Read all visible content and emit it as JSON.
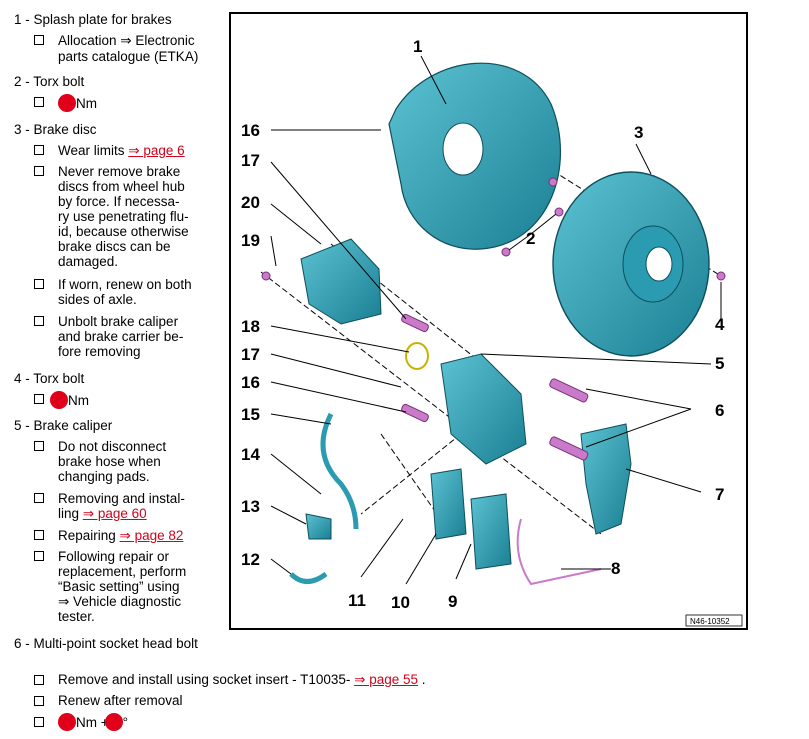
{
  "sections": [
    {
      "heading": "1 - Splash plate for brakes",
      "items": [
        {
          "arrow": "⇒",
          "pre": "Allocation ",
          "post": " Electronic",
          "line2": "parts catalogue (ETKA)"
        }
      ]
    },
    {
      "heading": "2 - Torx bolt",
      "items": [
        {
          "unit": "Nm"
        }
      ]
    },
    {
      "heading": "3 - Brake disc",
      "items": [
        {
          "text": "Wear limits ",
          "link": "⇒ page 6"
        },
        {
          "lines": [
            "Never remove brake",
            "discs from wheel hub",
            "by force. If necessa-",
            "ry use penetrating flu-",
            "id, because otherwise",
            "brake discs can be",
            "damaged."
          ]
        },
        {
          "lines": [
            "If worn, renew on both",
            "sides of axle."
          ]
        },
        {
          "lines": [
            "Unbolt brake caliper",
            "and brake carrier be-",
            "fore removing"
          ]
        }
      ]
    },
    {
      "heading": "4 - Torx bolt",
      "items": [
        {
          "unit": "Nm"
        }
      ]
    },
    {
      "heading": "5 - Brake caliper",
      "items": [
        {
          "lines": [
            "Do not disconnect",
            "brake hose when",
            "changing pads."
          ]
        },
        {
          "line1": "Removing and instal-",
          "text": "ling ",
          "link": "⇒ page 60"
        },
        {
          "text": "Repairing ",
          "link": "⇒ page 82"
        },
        {
          "lines": [
            "Following repair or",
            "replacement, perform",
            "“Basic setting” using",
            "⇒ Vehicle diagnostic",
            "tester."
          ]
        }
      ]
    },
    {
      "heading": "6 - Multi-point socket head bolt",
      "items": [
        {
          "text": "Remove and install using socket insert - T10035- ",
          "link": "⇒ page 55",
          "post": " ."
        },
        {
          "text": "Renew after removal"
        },
        {
          "unit": "Nm +",
          "unit2": "°"
        }
      ]
    }
  ],
  "figure": {
    "code": "N46-10352",
    "callouts": [
      "1",
      "2",
      "3",
      "4",
      "5",
      "6",
      "7",
      "8",
      "9",
      "10",
      "11",
      "12",
      "13",
      "14",
      "15",
      "16",
      "17",
      "18",
      "19",
      "20",
      "17",
      "16"
    ],
    "part_color": "#2a9bb0"
  }
}
